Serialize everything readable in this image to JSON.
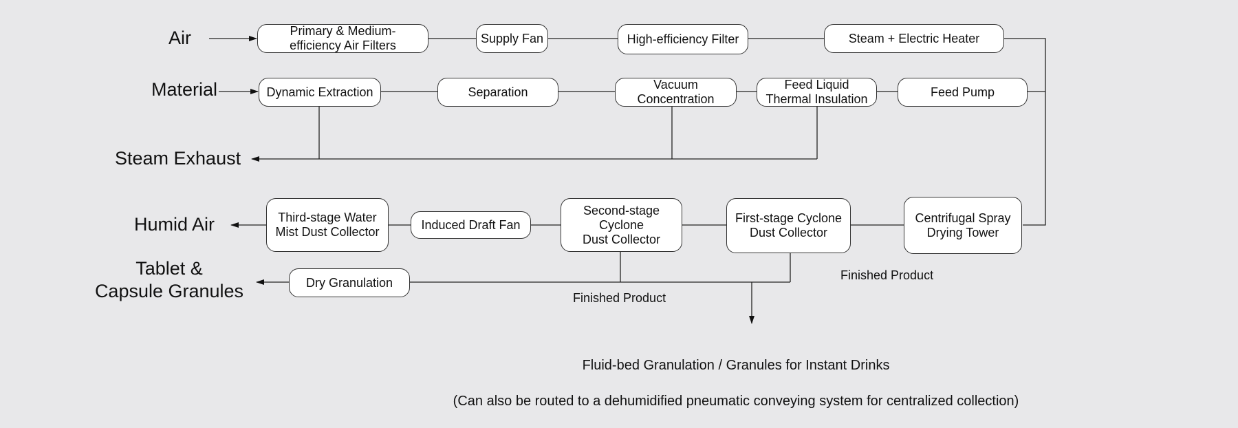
{
  "inputs": {
    "air": "Air",
    "material": "Material"
  },
  "outputs": {
    "steam_exhaust": "Steam Exhaust",
    "humid_air": "Humid Air",
    "tablet_capsule": "Tablet &\nCapsule Granules"
  },
  "air_line": {
    "filters": "Primary & Medium-\nefficiency Air Filters",
    "supply_fan": "Supply Fan",
    "hepa": "High-efficiency Filter",
    "heater": "Steam + Electric Heater"
  },
  "material_line": {
    "extraction": "Dynamic Extraction",
    "separation": "Separation",
    "vacuum": "Vacuum\nConcentration",
    "insulation": "Feed Liquid\nThermal Insulation",
    "pump": "Feed Pump"
  },
  "drying_line": {
    "tower": "Centrifugal Spray\nDrying Tower",
    "cyclone1": "First-stage Cyclone\nDust Collector",
    "cyclone2": "Second-stage\nCyclone\nDust Collector",
    "induced_fan": "Induced Draft Fan",
    "water_mist": "Third-stage Water\nMist Dust Collector",
    "dry_granulation": "Dry Granulation"
  },
  "labels": {
    "finished_product_1": "Finished Product",
    "finished_product_2": "Finished Product"
  },
  "note": {
    "line1": "Fluid-bed Granulation / Granules for Instant Drinks",
    "line2": "(Can also be routed to a dehumidified pneumatic conveying system for centralized collection)"
  }
}
